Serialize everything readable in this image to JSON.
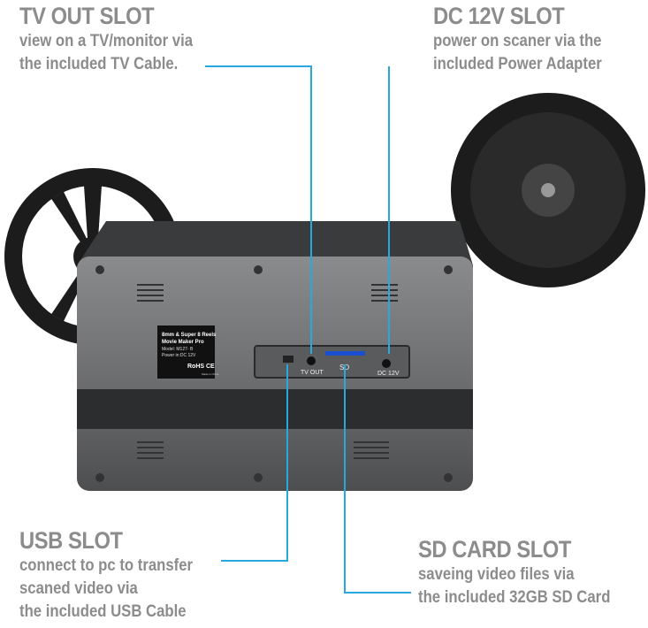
{
  "callouts": {
    "tv_out": {
      "title": "TV OUT SLOT",
      "lines": [
        "view on a TV/monitor via",
        "the included TV Cable."
      ]
    },
    "dc": {
      "title": "DC 12V SLOT",
      "lines": [
        "power on scaner via the",
        "included Power Adapter"
      ]
    },
    "usb": {
      "title": "USB SLOT",
      "lines": [
        "connect to pc to transfer",
        "scaned video via",
        "the included USB Cable"
      ]
    },
    "sd": {
      "title": "SD CARD SLOT",
      "lines": [
        "saveing video files via",
        "the included 32GB SD Card"
      ]
    }
  },
  "device_label": {
    "line1": "8mm & Super 8 Reels",
    "line2": "Movie Maker Pro",
    "line3": "Model: M127- B",
    "line4": "Power in:DC 12V",
    "marks": "RoHS CE",
    "made": "Made in China"
  },
  "ports": {
    "tv": "TV OUT",
    "sd": "SD",
    "dc": "DC 12V"
  },
  "colors": {
    "accent_line": "#29a8e0",
    "text": "#8c8c8c",
    "device": "#4a4b4d"
  }
}
